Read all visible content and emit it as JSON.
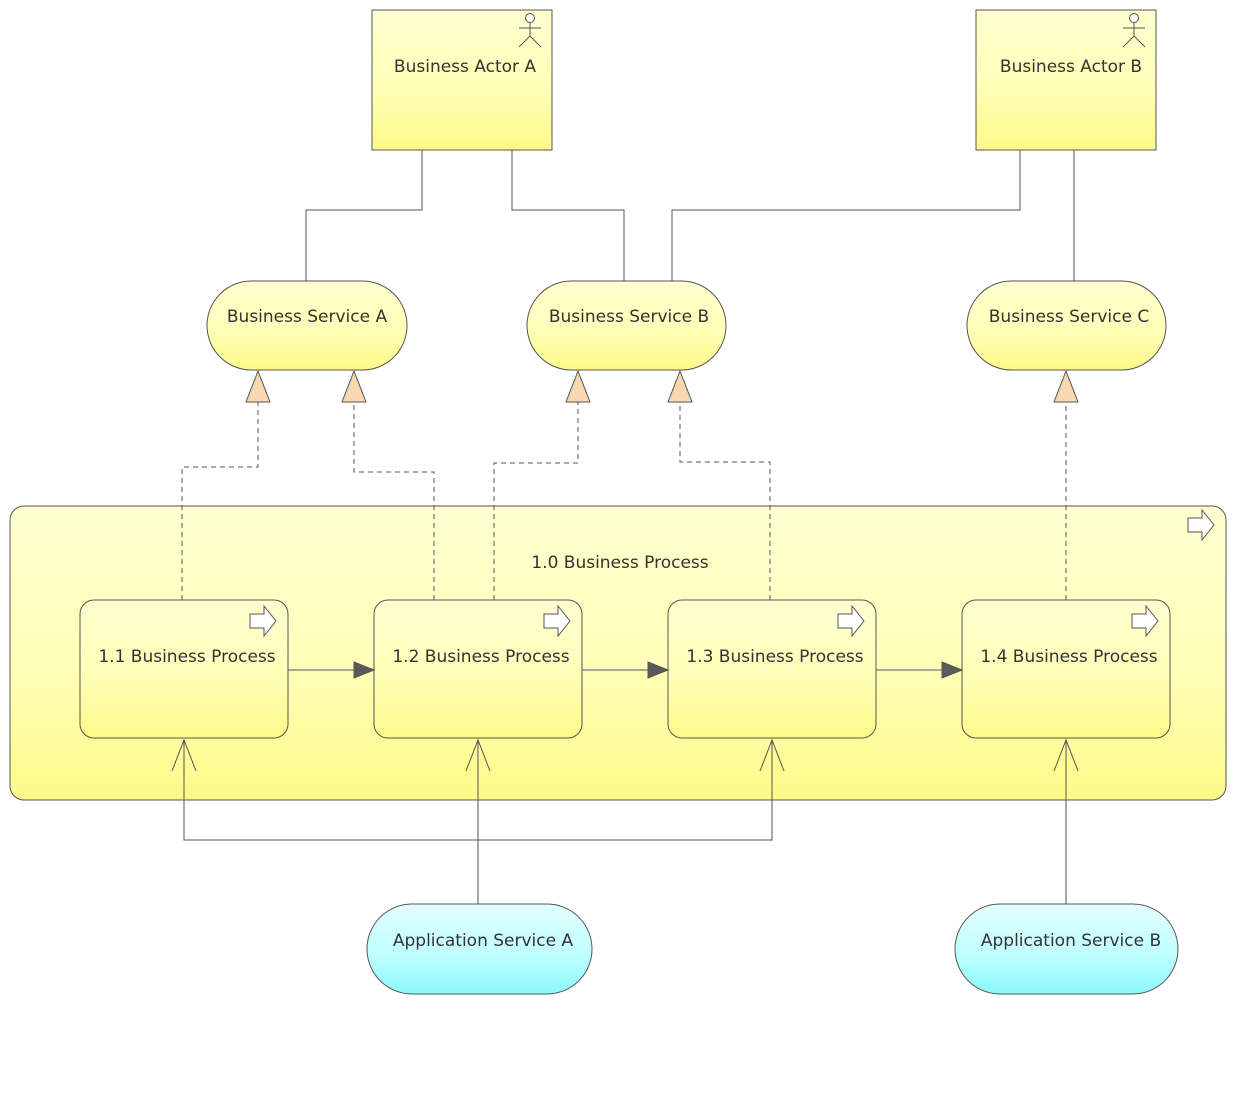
{
  "colors": {
    "business_fill_top": "#ffffd0",
    "business_fill_bottom": "#fdfa8a",
    "application_fill_top": "#e0ffff",
    "application_fill_bottom": "#8cf8f8",
    "realization_arrowhead": "#f8d8b0",
    "stroke": "#555555"
  },
  "actors": {
    "a": {
      "label": "Business Actor A",
      "icon": "actor-icon"
    },
    "b": {
      "label": "Business Actor B",
      "icon": "actor-icon"
    }
  },
  "services": {
    "a": {
      "label": "Business Service A"
    },
    "b": {
      "label": "Business Service B"
    },
    "c": {
      "label": "Business Service C"
    }
  },
  "process_group": {
    "label": "1.0 Business Process",
    "icon": "process-arrow-icon"
  },
  "processes": {
    "p1": {
      "label": "1.1 Business Process",
      "icon": "process-arrow-icon"
    },
    "p2": {
      "label": "1.2 Business Process",
      "icon": "process-arrow-icon"
    },
    "p3": {
      "label": "1.3 Business Process",
      "icon": "process-arrow-icon"
    },
    "p4": {
      "label": "1.4 Business Process",
      "icon": "process-arrow-icon"
    }
  },
  "app_services": {
    "a": {
      "label": "Application Service A"
    },
    "b": {
      "label": "Application Service B"
    }
  }
}
